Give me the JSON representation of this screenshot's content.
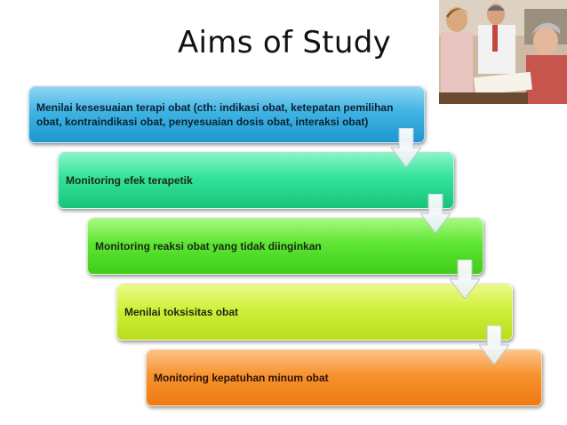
{
  "slide": {
    "title": "Aims of Study"
  },
  "steps": [
    {
      "text": "Menilai kesesuaian terapi obat (cth: indikasi obat, ketepatan pemilihan obat, kontraindikasi obat, penyesuaian dosis obat, interaksi obat)",
      "color": "#2aa6dc"
    },
    {
      "text": "Monitoring efek terapetik",
      "color": "#22d58c"
    },
    {
      "text": "Monitoring reaksi obat yang tidak diinginkan",
      "color": "#4fdc26"
    },
    {
      "text": "Menilai toksisitas obat",
      "color": "#c6e82a"
    },
    {
      "text": "Monitoring kepatuhan minum obat",
      "color": "#f2861f"
    }
  ]
}
